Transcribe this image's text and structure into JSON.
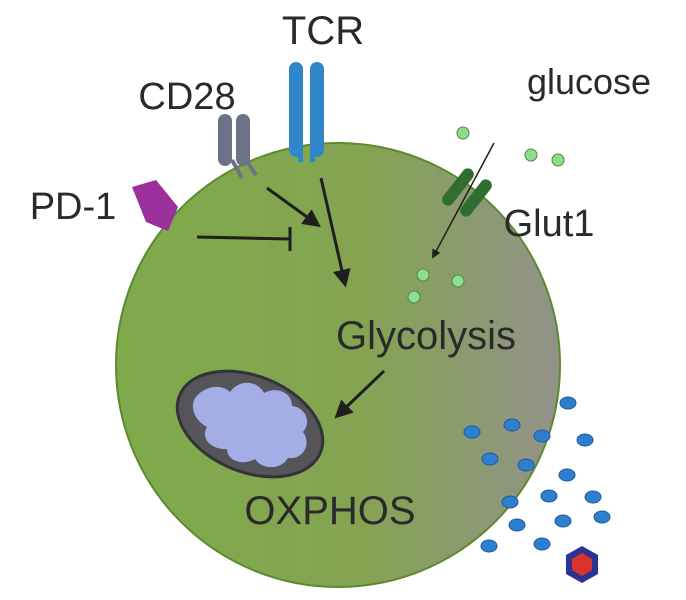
{
  "labels": {
    "tcr": "TCR",
    "cd28": "CD28",
    "pd1": "PD-1",
    "glucose": "glucose",
    "glut1": "Glut1",
    "glycolysis": "Glycolysis",
    "oxphos": "OXPHOS"
  },
  "colors": {
    "cell_left": "#7fab4a",
    "cell_right": "#8f9086",
    "cell_outline": "#5c8a2e",
    "tcr": "#2f86c9",
    "cd28": "#6c7389",
    "pd1": "#9b2f9b",
    "glut1": "#2f6e2f",
    "glucose": "#8fdc8f",
    "blue_dots": "#2f7fd0",
    "mito_outer": "#545459",
    "mito_inner": "#a4aee6",
    "hexagon_outer": "#2b3591",
    "hexagon_inner": "#d9322a",
    "arrows": "#1f1f1f"
  },
  "icons": [
    "tcr-receptor-icon",
    "cd28-receptor-icon",
    "pd1-receptor-icon",
    "glut1-transporter-icon",
    "mitochondrion-icon",
    "hexagon-icon"
  ]
}
